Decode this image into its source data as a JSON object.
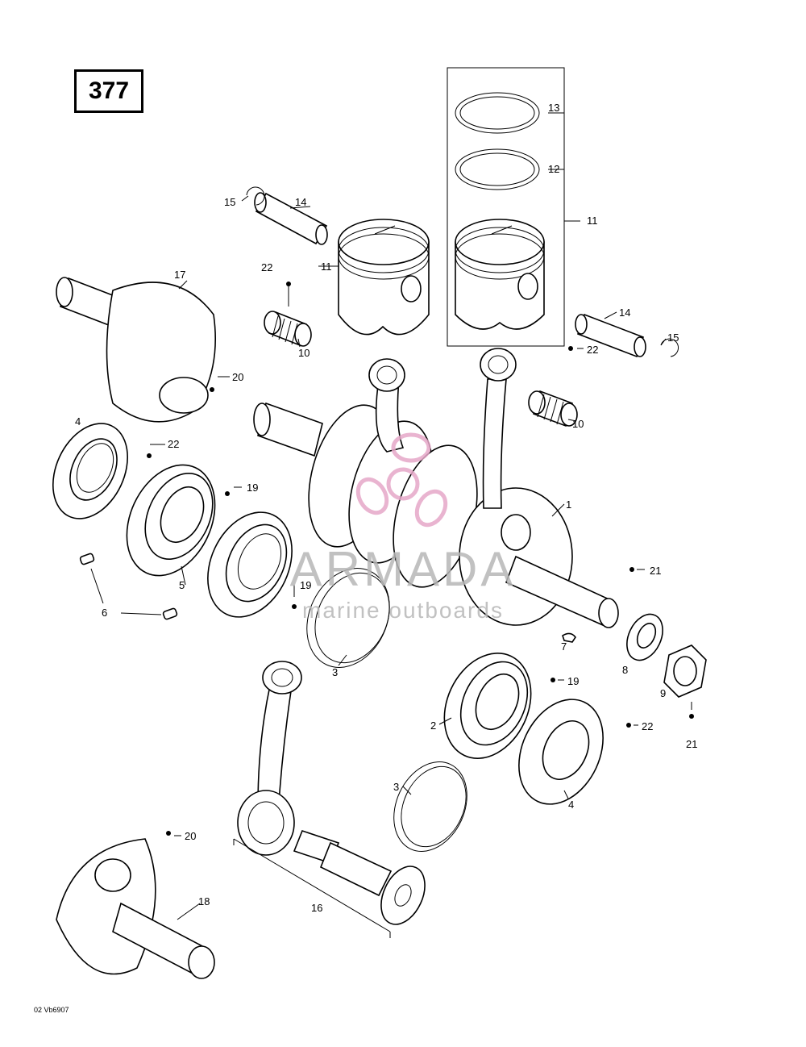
{
  "page_number": "377",
  "drawing_code": "02 Vb6907",
  "watermark": {
    "brand": "ARMADA",
    "tagline": "marine outboards"
  },
  "callouts": {
    "c1": "1",
    "c2": "2",
    "c3a": "3",
    "c3b": "3",
    "c4a": "4",
    "c4b": "4",
    "c5": "5",
    "c6": "6",
    "c7": "7",
    "c8": "8",
    "c9": "9",
    "c10a": "10",
    "c10b": "10",
    "c11a": "11",
    "c11b": "11",
    "c12": "12",
    "c13": "13",
    "c14a": "14",
    "c14b": "14",
    "c15a": "15",
    "c15b": "15",
    "c16": "16",
    "c17": "17",
    "c18": "18",
    "c19a": "19",
    "c19b": "19",
    "c19c": "19",
    "c20a": "20",
    "c20b": "20",
    "c21a": "21",
    "c21b": "21",
    "c22a": "22",
    "c22b": "22",
    "c22c": "22",
    "c22d": "22"
  },
  "colors": {
    "line": "#000000",
    "watermark_pink": "#e6a7c8",
    "watermark_gray": "#b7b7b7"
  }
}
